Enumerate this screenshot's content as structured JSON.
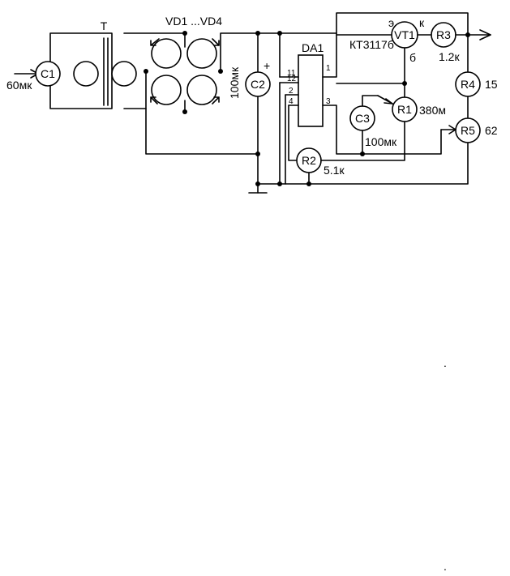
{
  "transformer": {
    "ref": "T"
  },
  "bridge": {
    "ref": "VD1 ...VD4"
  },
  "components": {
    "c1": {
      "ref": "C1",
      "value": "60мк"
    },
    "c2": {
      "ref": "C2",
      "value": "100мк",
      "polarity": "+"
    },
    "c3": {
      "ref": "C3",
      "value": "100мк"
    },
    "r1": {
      "ref": "R1",
      "value": "380м"
    },
    "r2": {
      "ref": "R2",
      "value": "5.1к"
    },
    "r3": {
      "ref": "R3",
      "value": "1.2к"
    },
    "r4": {
      "ref": "R4",
      "value": "15"
    },
    "r5": {
      "ref": "R5",
      "value": "62"
    },
    "vt1": {
      "ref": "VT1",
      "type": "КТ3117б",
      "emitter": "э",
      "collector": "к",
      "base": "б"
    },
    "da1": {
      "ref": "DA1",
      "pins": {
        "p11": "11",
        "p12": "12",
        "p2": "2",
        "p4": "4",
        "p1": "1",
        "p3": "3"
      }
    }
  },
  "marks": {
    "dot1": ".",
    "dot2": "."
  }
}
